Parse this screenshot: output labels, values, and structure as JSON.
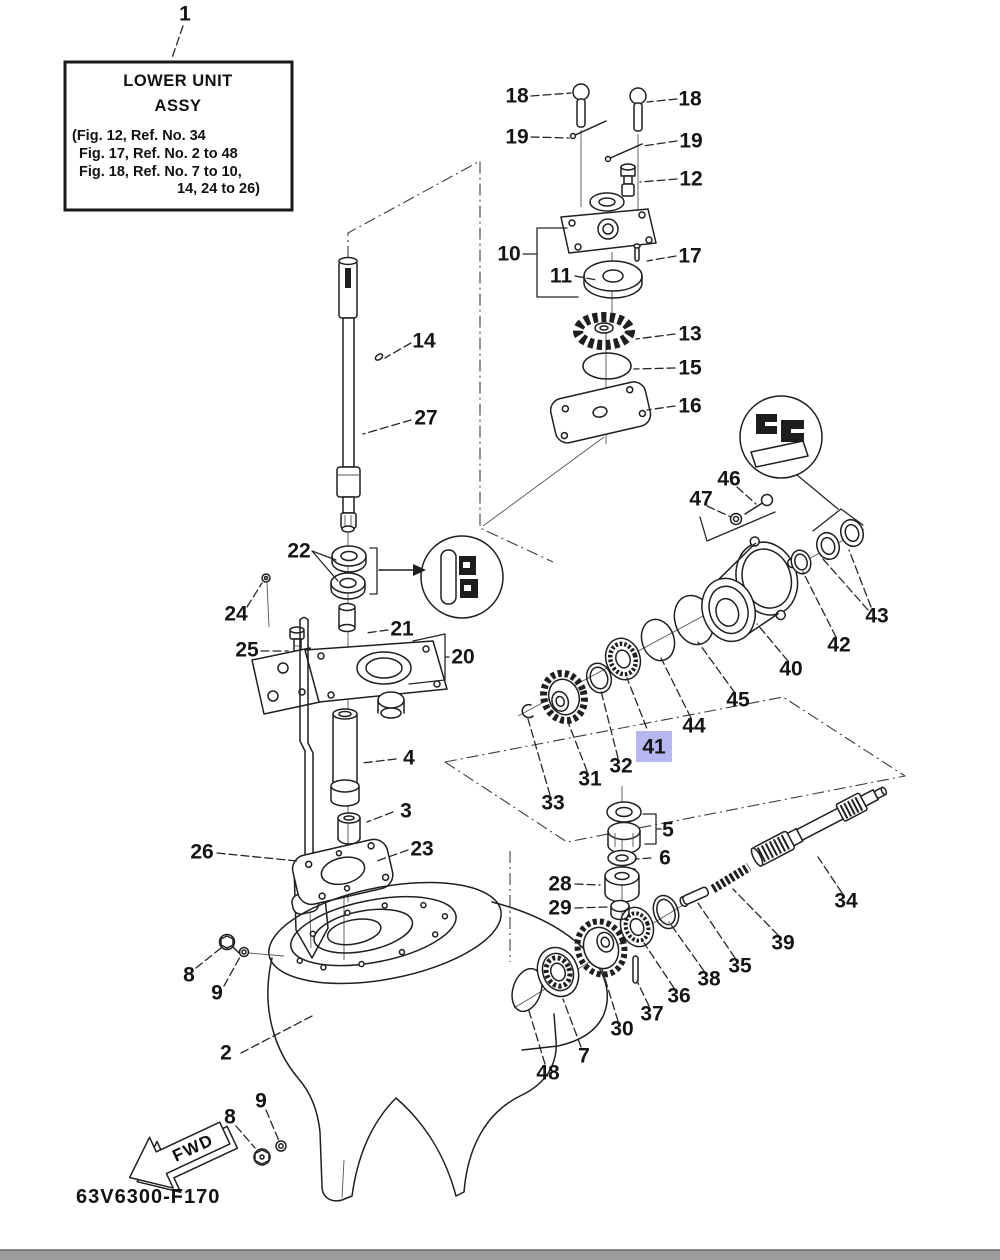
{
  "page": {
    "figure_code": "63V6300-F170",
    "fwd_label": "FWD"
  },
  "info_box": {
    "title_line1": "LOWER UNIT",
    "title_line2": "ASSY",
    "ref_lines": [
      "(Fig. 12, Ref. No. 34",
      "Fig. 17, Ref. No. 2 to 48",
      "Fig. 18, Ref. No. 7 to 10,",
      "14, 24 to 26)"
    ]
  },
  "colors": {
    "highlight": "#b5b7f1",
    "line": "#1d1d1d"
  },
  "highlighted_part": "41",
  "part_labels": [
    "1",
    "18",
    "18",
    "19",
    "19",
    "12",
    "10",
    "11",
    "17",
    "13",
    "15",
    "16",
    "14",
    "27",
    "22",
    "24",
    "21",
    "25",
    "20",
    "4",
    "3",
    "23",
    "26",
    "46",
    "47",
    "43",
    "42",
    "40",
    "45",
    "44",
    "41",
    "32",
    "31",
    "33",
    "5",
    "6",
    "28",
    "29",
    "39",
    "35",
    "38",
    "36",
    "37",
    "30",
    "7",
    "48",
    "34",
    "2",
    "8",
    "9",
    "8",
    "9"
  ]
}
